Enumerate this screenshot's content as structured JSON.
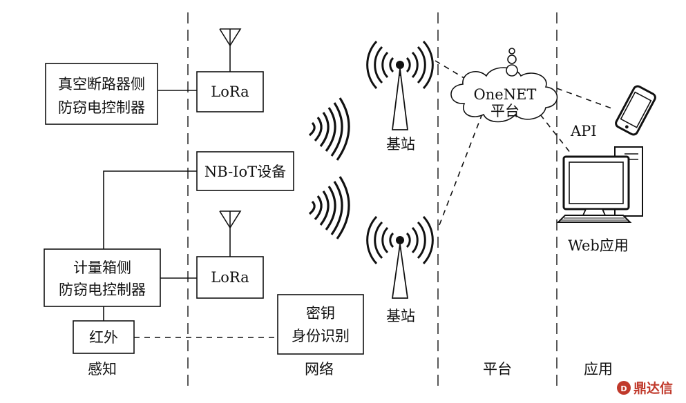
{
  "diagram": {
    "boxes": {
      "vacuum_breaker_line1": "真空断路器侧",
      "vacuum_breaker_line2": "防窃电控制器",
      "lora_top": "LoRa",
      "nbiot": "NB-IoT设备",
      "lora_bottom": "LoRa",
      "meter_box_line1": "计量箱侧",
      "meter_box_line2": "防窃电控制器",
      "infrared": "红外",
      "key_line1": "密钥",
      "key_line2": "身份识别"
    },
    "base_station_top": "基站",
    "base_station_bottom": "基站",
    "cloud_line1": "OneNET",
    "cloud_line2": "平台",
    "api": "API",
    "web_app": "Web应用",
    "layers": [
      "感知",
      "网络",
      "平台",
      "应用"
    ],
    "watermark": "鼎达信"
  }
}
